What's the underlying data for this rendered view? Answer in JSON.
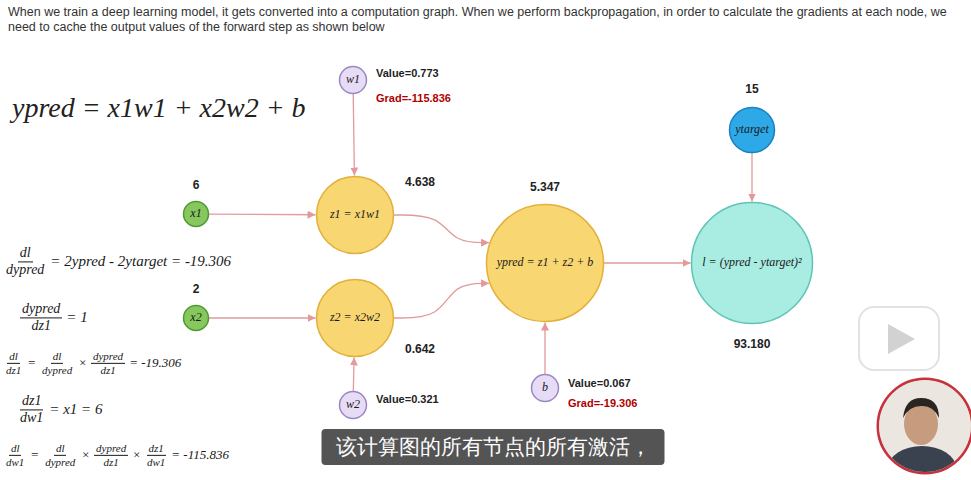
{
  "diagram": {
    "title": "When we train a deep learning model, it gets converted into a computation graph. When we perform backpropagation, in order to calculate the gradients at each node, we need to cache the output values of the forward step as shown below",
    "nodes": [
      {
        "text": [
          "w1"
        ]
      },
      {
        "text": [
          "ytarget"
        ]
      },
      {
        "text": [
          "x1"
        ]
      },
      {
        "text": [
          "z1 = x1w1"
        ]
      },
      {
        "text": [
          "ypred = z1 + z2 + b"
        ]
      },
      {
        "text": [
          "l = (ypred - ytarget)²"
        ]
      },
      {
        "text": [
          "x2"
        ]
      },
      {
        "text": [
          "z2 = x2w2"
        ]
      },
      {
        "text": [
          "b"
        ]
      },
      {
        "text": [
          "w2"
        ]
      }
    ],
    "edges": [
      {
        "from": 0,
        "to": 3,
        "arrow": "to"
      },
      {
        "from": 2,
        "to": 3,
        "arrow": "to"
      },
      {
        "from": 6,
        "to": 7,
        "arrow": "to"
      },
      {
        "from": 9,
        "to": 7,
        "arrow": "to"
      },
      {
        "from": 3,
        "to": 4,
        "arrow": "to"
      },
      {
        "from": 7,
        "to": 4,
        "arrow": "to"
      },
      {
        "from": 8,
        "to": 4,
        "arrow": "to"
      },
      {
        "from": 4,
        "to": 5,
        "arrow": "to"
      },
      {
        "from": 1,
        "to": 5,
        "arrow": "to"
      }
    ],
    "labels": [
      "ypred = x1w1 + x2w2 + b",
      "Value=0.773",
      "Grad=-115.836",
      "15",
      "6",
      "4.638",
      "5.347",
      "2",
      "0.642",
      "93.180",
      "Value=0.067",
      "Grad=-19.306",
      "Value=0.321",
      "dl",
      "dypred",
      "= 2ypred - 2ytarget = -19.306",
      "dypred",
      "dz1",
      "= 1",
      "dl",
      "dz1",
      "=",
      "dl",
      "dypred",
      "×",
      "dypred",
      "dz1",
      "= -19.306",
      "dz1",
      "dw1",
      "= x1 = 6",
      "dl",
      "dw1",
      "=",
      "dl",
      "dypred",
      "×",
      "dypred",
      "dz1",
      "×",
      "dz1",
      "dw1",
      "= -115.836",
      "该计算图的所有节点的所有激活，"
    ]
  }
}
